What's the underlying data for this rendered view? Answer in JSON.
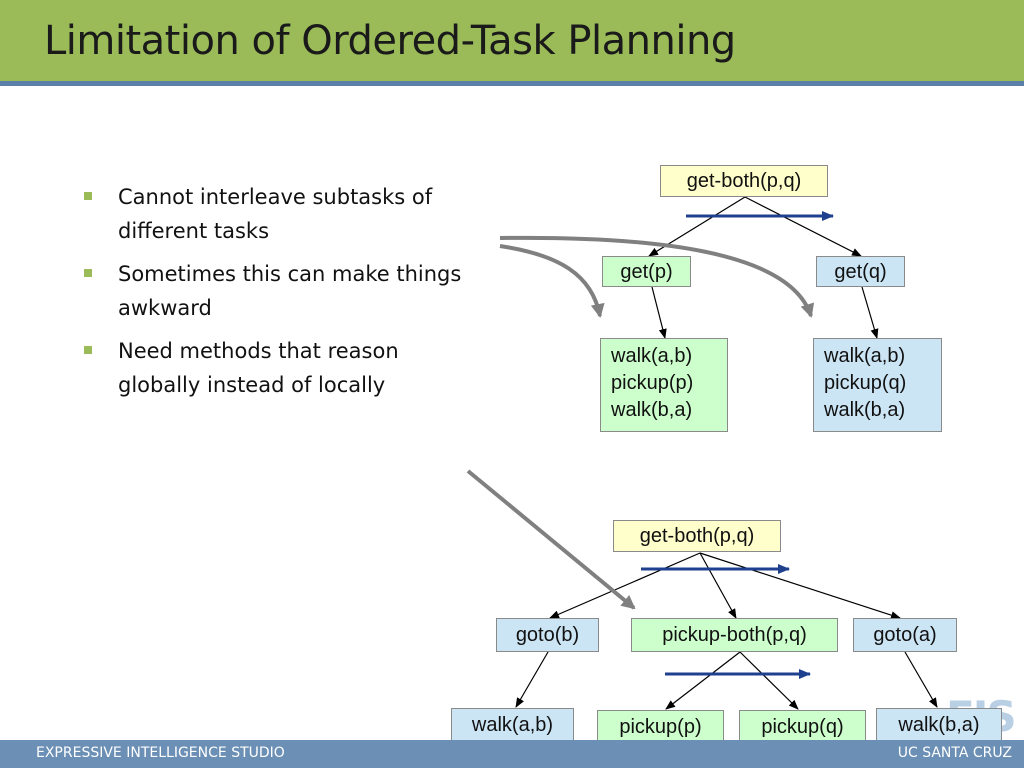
{
  "slide": {
    "title": "Limitation of Ordered-Task Planning",
    "bullets": [
      {
        "line1": "Cannot interleave subtasks of",
        "line2": "different tasks"
      },
      {
        "line1": "Sometimes this can make things",
        "line2": "awkward"
      },
      {
        "line1": "Need methods that reason",
        "line2": "globally instead of locally"
      }
    ]
  },
  "colors": {
    "title_bar": "#9bbb59",
    "footer": "#6b8fb5",
    "bullet_marker": "#9bbb59",
    "order_arrow": "#1f3f8f",
    "callout_arrow": "#808080",
    "node_yellow": "#ffffcc",
    "node_green": "#ccffcc",
    "node_blue": "#cce5f5"
  },
  "top_tree": {
    "root": "get-both(p,q)",
    "left_method": "get(p)",
    "right_method": "get(q)",
    "left_actions": [
      "walk(a,b)",
      "pickup(p)",
      "walk(b,a)"
    ],
    "right_actions": [
      "walk(a,b)",
      "pickup(q)",
      "walk(b,a)"
    ]
  },
  "bottom_tree": {
    "root": "get-both(p,q)",
    "left_method": "goto(b)",
    "middle_method": "pickup-both(p,q)",
    "right_method": "goto(a)",
    "left_action": "walk(a,b)",
    "middle_actions": [
      "pickup(p)",
      "pickup(q)"
    ],
    "right_action": "walk(b,a)"
  },
  "footer": {
    "left": "EXPRESSIVE INTELLIGENCE STUDIO",
    "right": "UC SANTA CRUZ",
    "logo": "EIS"
  }
}
